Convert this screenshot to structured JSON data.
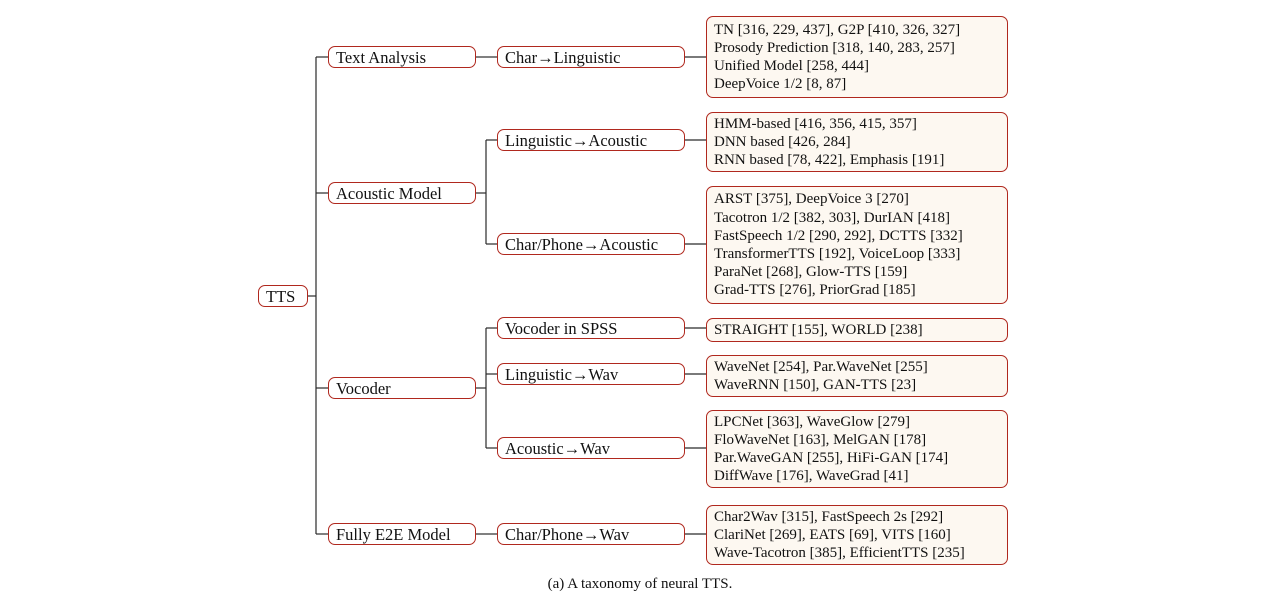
{
  "root": {
    "label": "TTS"
  },
  "categories": [
    {
      "key": "text-analysis",
      "label": "Text Analysis",
      "subs": [
        {
          "key": "char-linguistic",
          "label": "Char→Linguistic",
          "items": [
            "TN [316, 229, 437], G2P [410, 326, 327]",
            "Prosody Prediction [318, 140, 283, 257]",
            "Unified Model [258, 444]",
            "DeepVoice 1/2 [8, 87]"
          ]
        }
      ]
    },
    {
      "key": "acoustic-model",
      "label": "Acoustic Model",
      "subs": [
        {
          "key": "linguistic-acoustic",
          "label": "Linguistic→Acoustic",
          "items": [
            "HMM-based [416, 356, 415, 357]",
            "DNN based [426, 284]",
            "RNN based [78, 422], Emphasis [191]"
          ]
        },
        {
          "key": "charphone-acoustic",
          "label": "Char/Phone→Acoustic",
          "items": [
            "ARST [375], DeepVoice 3 [270]",
            "Tacotron 1/2 [382, 303], DurIAN [418]",
            "FastSpeech 1/2 [290, 292], DCTTS [332]",
            "TransformerTTS [192], VoiceLoop [333]",
            "ParaNet [268], Glow-TTS [159]",
            "Grad-TTS [276], PriorGrad [185]"
          ]
        }
      ]
    },
    {
      "key": "vocoder",
      "label": "Vocoder",
      "subs": [
        {
          "key": "vocoder-spss",
          "label": "Vocoder in SPSS",
          "items": [
            "STRAIGHT [155], WORLD [238]"
          ]
        },
        {
          "key": "linguistic-wav",
          "label": "Linguistic→Wav",
          "items": [
            "WaveNet [254], Par.WaveNet [255]",
            "WaveRNN [150], GAN-TTS [23]"
          ]
        },
        {
          "key": "acoustic-wav",
          "label": "Acoustic→Wav",
          "items": [
            "LPCNet [363], WaveGlow [279]",
            "FloWaveNet [163], MelGAN [178]",
            "Par.WaveGAN [255], HiFi-GAN [174]",
            "DiffWave [176], WaveGrad [41]"
          ]
        }
      ]
    },
    {
      "key": "fully-e2e",
      "label": "Fully E2E Model",
      "subs": [
        {
          "key": "charphone-wav",
          "label": "Char/Phone→Wav",
          "items": [
            "Char2Wav [315], FastSpeech 2s [292]",
            "ClariNet [269], EATS [69], VITS [160]",
            "Wave-Tacotron [385], EfficientTTS [235]"
          ]
        }
      ]
    }
  ],
  "caption": "(a) A taxonomy of neural TTS."
}
